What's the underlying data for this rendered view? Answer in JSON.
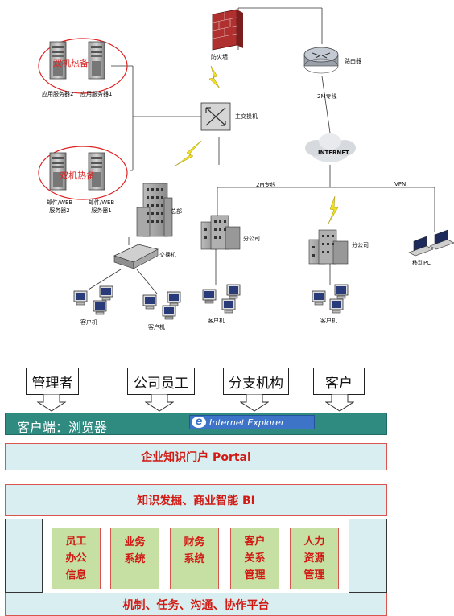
{
  "network": {
    "firewall": "防火墙",
    "router": "路由器",
    "core_switch": "主交换机",
    "internet": "INTERNET",
    "dual_hot_standby_top": "双机热备",
    "dual_hot_standby_bottom": "双机热备",
    "app_server_2": "应用服务器2",
    "app_server_1": "应用服务器1",
    "mail_web_server_2": "邮件/WEB 服务器2",
    "mail_web_server_1": "邮件/WEB 服务器1",
    "headquarters": "总部",
    "switch": "交换机",
    "branch_1": "分公司",
    "branch_2": "分公司",
    "mobile_pc": "移动PC",
    "link_top": "2M专线",
    "link_left": "2M专线",
    "link_vpn": "VPN",
    "clients": [
      "客户机",
      "客户机",
      "客户机",
      "客户机"
    ]
  },
  "architecture": {
    "actors": [
      "管理者",
      "公司员工",
      "分支机构",
      "客户"
    ],
    "client_layer": "客户端：浏览器",
    "browser_badge": "Internet Explorer",
    "portal": "企业知识门户 Portal",
    "bi": "知识发掘、商业智能 BI",
    "modules": [
      [
        "员工",
        "办公",
        "信息"
      ],
      [
        "业务",
        "系统"
      ],
      [
        "财务",
        "系统"
      ],
      [
        "客户",
        "关系",
        "管理"
      ],
      [
        "人力",
        "资源",
        "管理"
      ]
    ],
    "platform": "机制、任务、沟通、协作平台"
  },
  "colors": {
    "accent": "#2f8a80",
    "band": "#d8eef0",
    "module": "#c6dfa3",
    "text_red": "#d11a14"
  }
}
